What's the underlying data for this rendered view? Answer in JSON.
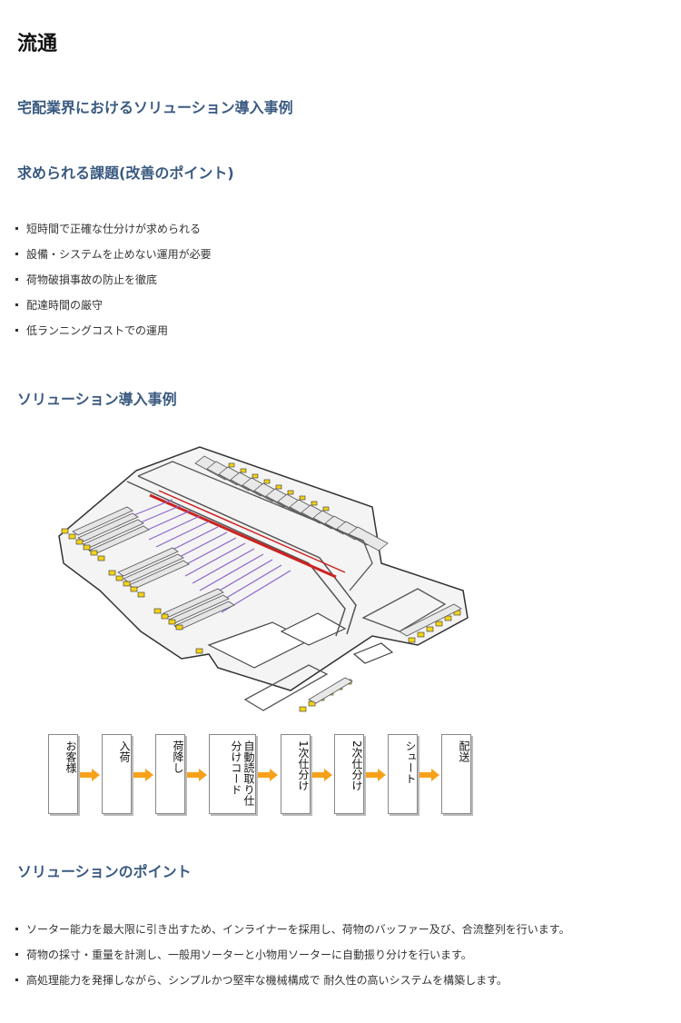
{
  "page": {
    "title": "流通"
  },
  "sections": {
    "case_heading": "宅配業界におけるソリューション導入事例",
    "issues_heading": "求められる課題(改善のポイント)",
    "solution_heading": "ソリューション導入事例",
    "points_heading": "ソリューションのポイント"
  },
  "issues": [
    "短時間で正確な仕分けが求められる",
    "設備・システムを止めない運用が必要",
    "荷物破損事故の防止を徹底",
    "配達時間の厳守",
    "低ランニングコストでの運用"
  ],
  "flow": {
    "steps": [
      {
        "label": "お客様"
      },
      {
        "label": "入荷"
      },
      {
        "label": "荷降し"
      },
      {
        "label": "自動読取り仕分けコード"
      },
      {
        "label": "1次仕分け"
      },
      {
        "label": "2次仕分け"
      },
      {
        "label": "シュート"
      },
      {
        "label": "配送"
      }
    ],
    "box_color": "#ffffff",
    "arrow_color": "#f7a11a"
  },
  "points": [
    "ソーター能力を最大限に引き出すため、インライナーを採用し、荷物のバッファー及び、合流整列を行います。",
    "荷物の採寸・重量を計測し、一般用ソーターと小物用ソーターに自動振り分けを行います。",
    "高処理能力を発揮しながら、シンプルかつ堅牢な機械構成で 耐久性の高いシステムを構築します。"
  ],
  "colors": {
    "heading": "#3a5a80",
    "conveyor_main": "#cc2222",
    "conveyor_sub": "#8a66c8",
    "chute": "#f2d21a"
  }
}
